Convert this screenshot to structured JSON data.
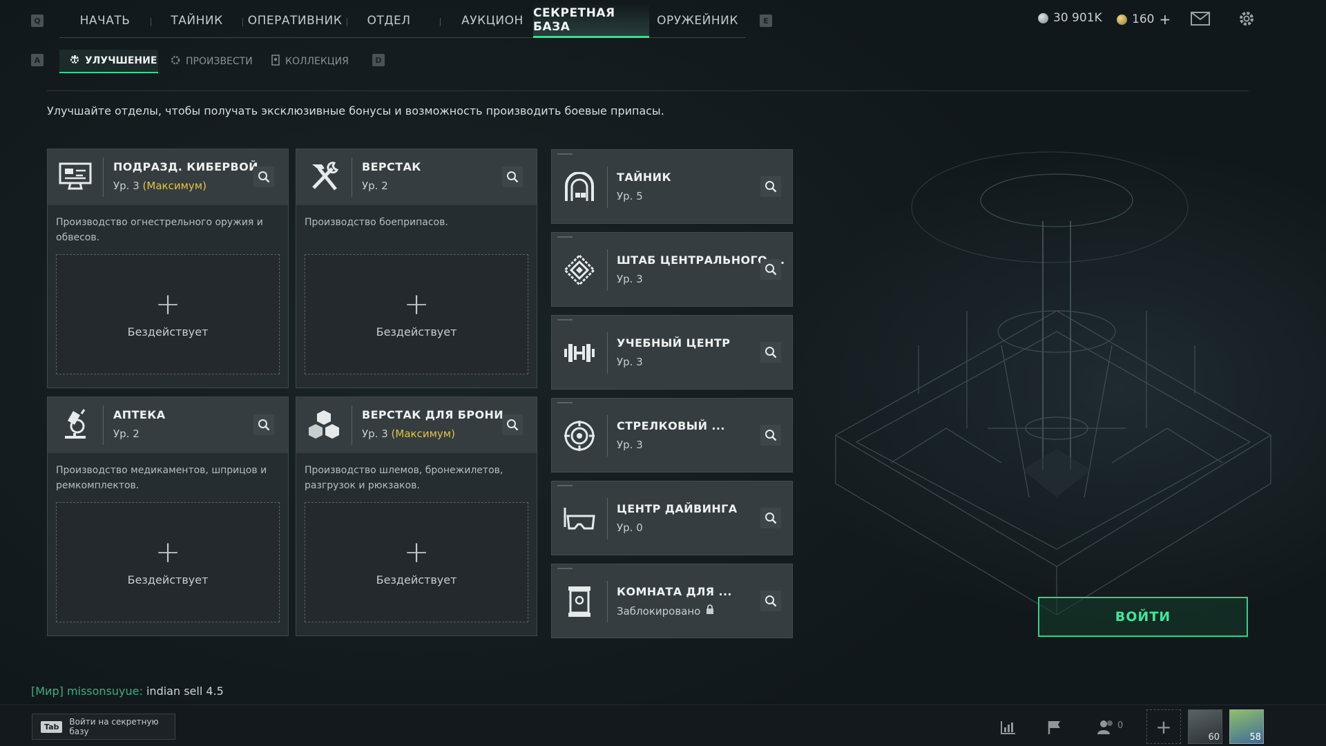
{
  "nav": {
    "left_key": "Q",
    "right_key": "E",
    "tabs": [
      {
        "label": "НАЧАТЬ"
      },
      {
        "label": "ТАЙНИК"
      },
      {
        "label": "ОПЕРАТИВНИК"
      },
      {
        "label": "ОТДЕЛ"
      },
      {
        "label": "АУКЦИОН"
      },
      {
        "label": "СЕКРЕТНАЯ БАЗА",
        "active": true
      },
      {
        "label": "ОРУЖЕЙНИК"
      }
    ]
  },
  "currency": {
    "silver": "30 901K",
    "gold": "160",
    "gold_add": "+"
  },
  "subnav": {
    "left_key": "A",
    "right_key": "D",
    "tabs": [
      {
        "label": "УЛУЧШЕНИЕ",
        "active": true
      },
      {
        "label": "ПРОИЗВЕСТИ"
      },
      {
        "label": "КОЛЛЕКЦИЯ"
      }
    ]
  },
  "description": "Улучшайте отделы, чтобы получать эксклюзивные бонусы и возможность производить боевые припасы.",
  "cards": [
    {
      "title": "ПОДРАЗД. КИБЕРВОЙ...",
      "level": "Ур. 3",
      "max": "(Максимум)",
      "desc": "Производство огнестрельного оружия и обвесов.",
      "slot_label": "Бездействует",
      "icon": "computer-icon"
    },
    {
      "title": "ВЕРСТАК",
      "level": "Ур. 2",
      "max": "",
      "desc": "Производство боеприпасов.",
      "slot_label": "Бездействует",
      "icon": "hammer-wrench-icon"
    },
    {
      "title": "АПТЕКА",
      "level": "Ур. 2",
      "max": "",
      "desc": "Производство медикаментов, шприцов и ремкомплектов.",
      "slot_label": "Бездействует",
      "icon": "microscope-icon"
    },
    {
      "title": "ВЕРСТАК ДЛЯ БРОНИ",
      "level": "Ур. 3",
      "max": "(Максимум)",
      "desc": "Производство шлемов, бронежилетов, разгрузок и рюкзаков.",
      "slot_label": "Бездействует",
      "icon": "cubes-icon"
    }
  ],
  "rooms": [
    {
      "title": "ТАЙНИК",
      "level": "Ур. 5",
      "icon": "vault-icon"
    },
    {
      "title": "ШТАБ ЦЕНТРАЛЬНОГО ...",
      "level": "Ур. 3",
      "icon": "emblem-icon"
    },
    {
      "title": "УЧЕБНЫЙ ЦЕНТР",
      "level": "Ур. 3",
      "icon": "dumbbell-icon"
    },
    {
      "title": "СТРЕЛКОВЫЙ ...",
      "level": "Ур. 3",
      "icon": "target-icon"
    },
    {
      "title": "ЦЕНТР ДАЙВИНГА",
      "level": "Ур. 0",
      "icon": "diving-mask-icon"
    },
    {
      "title": "КОМНАТА ДЛЯ ...",
      "level": "Заблокировано",
      "locked": true,
      "icon": "capsule-icon"
    }
  ],
  "enter_button": "ВОЙТИ",
  "chat": {
    "channel": "[Мир]",
    "user": "missonsuyue:",
    "message": "indian sell 4.5"
  },
  "hint": {
    "key": "Tab",
    "label": "Войти на секретную базу"
  },
  "bottom": {
    "friends_count": "0",
    "level_badge": "60",
    "rank_badge": "58"
  },
  "colors": {
    "accent_green": "#38e08c",
    "max_yellow": "#e3c34a"
  }
}
